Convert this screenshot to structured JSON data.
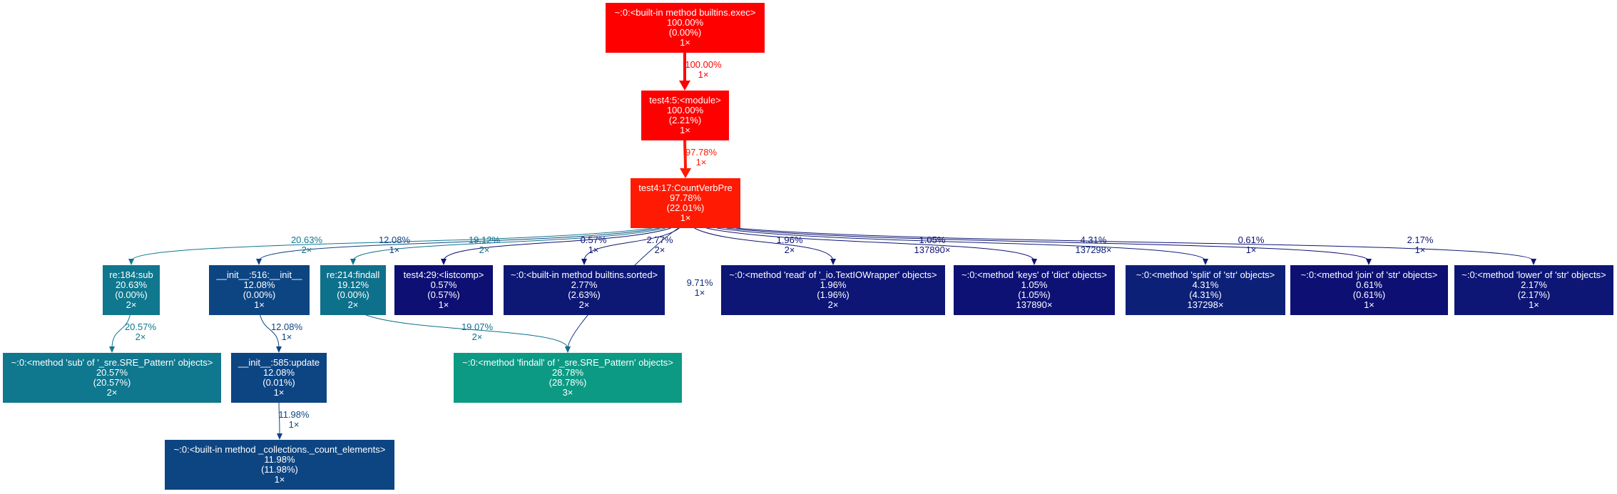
{
  "nodes": [
    {
      "id": "exec",
      "name": "~:0:<built-in method builtins.exec>",
      "total": "100.00%",
      "self": "(0.00%)",
      "calls": "1×",
      "color": "#ff0000"
    },
    {
      "id": "module",
      "name": "test4:5:<module>",
      "total": "100.00%",
      "self": "(2.21%)",
      "calls": "1×",
      "color": "#ff0000"
    },
    {
      "id": "countverb",
      "name": "test4:17:CountVerbPre",
      "total": "97.78%",
      "self": "(22.01%)",
      "calls": "1×",
      "color": "#ff1a03"
    },
    {
      "id": "sub",
      "name": "re:184:sub",
      "total": "20.63%",
      "self": "(0.00%)",
      "calls": "2×",
      "color": "#0f778e"
    },
    {
      "id": "init516",
      "name": "__init__:516:__init__",
      "total": "12.08%",
      "self": "(0.00%)",
      "calls": "1×",
      "color": "#0d4583"
    },
    {
      "id": "findall",
      "name": "re:214:findall",
      "total": "19.12%",
      "self": "(0.00%)",
      "calls": "2×",
      "color": "#0e718c"
    },
    {
      "id": "listcomp",
      "name": "test4:29:<listcomp>",
      "total": "0.57%",
      "self": "(0.57%)",
      "calls": "1×",
      "color": "#0d0f73"
    },
    {
      "id": "sorted",
      "name": "~:0:<built-in method builtins.sorted>",
      "total": "2.77%",
      "self": "(2.63%)",
      "calls": "2×",
      "color": "#0d1875"
    },
    {
      "id": "read",
      "name": "~:0:<method 'read' of '_io.TextIOWrapper' objects>",
      "total": "1.96%",
      "self": "(1.96%)",
      "calls": "2×",
      "color": "#0d1575"
    },
    {
      "id": "keys",
      "name": "~:0:<method 'keys' of 'dict' objects>",
      "total": "1.05%",
      "self": "(1.05%)",
      "calls": "137890×",
      "color": "#0d1174"
    },
    {
      "id": "split",
      "name": "~:0:<method 'split' of 'str' objects>",
      "total": "4.31%",
      "self": "(4.31%)",
      "calls": "137298×",
      "color": "#0d2078"
    },
    {
      "id": "join",
      "name": "~:0:<method 'join' of 'str' objects>",
      "total": "0.61%",
      "self": "(0.61%)",
      "calls": "1×",
      "color": "#0d0f73"
    },
    {
      "id": "lower",
      "name": "~:0:<method 'lower' of 'str' objects>",
      "total": "2.17%",
      "self": "(2.17%)",
      "calls": "1×",
      "color": "#0d1675"
    },
    {
      "id": "subpat",
      "name": "~:0:<method 'sub' of '_sre.SRE_Pattern' objects>",
      "total": "20.57%",
      "self": "(20.57%)",
      "calls": "2×",
      "color": "#0f778e"
    },
    {
      "id": "update",
      "name": "__init__:585:update",
      "total": "12.08%",
      "self": "(0.01%)",
      "calls": "1×",
      "color": "#0d4583"
    },
    {
      "id": "findallpat",
      "name": "~:0:<method 'findall' of '_sre.SRE_Pattern' objects>",
      "total": "28.78%",
      "self": "(28.78%)",
      "calls": "3×",
      "color": "#0c9a84"
    },
    {
      "id": "count",
      "name": "~:0:<built-in method _collections._count_elements>",
      "total": "11.98%",
      "self": "(11.98%)",
      "calls": "1×",
      "color": "#0d4582"
    }
  ],
  "edges": [
    {
      "from": "exec",
      "to": "module",
      "pct": "100.00%",
      "calls": "1×",
      "color": "#ff0000"
    },
    {
      "from": "module",
      "to": "countverb",
      "pct": "97.78%",
      "calls": "1×",
      "color": "#ff1a03"
    },
    {
      "from": "countverb",
      "to": "sub",
      "pct": "20.63%",
      "calls": "2×",
      "color": "#0f778e"
    },
    {
      "from": "countverb",
      "to": "init516",
      "pct": "12.08%",
      "calls": "1×",
      "color": "#0d4583"
    },
    {
      "from": "countverb",
      "to": "findall",
      "pct": "19.12%",
      "calls": "2×",
      "color": "#0e718c"
    },
    {
      "from": "countverb",
      "to": "listcomp",
      "pct": "0.57%",
      "calls": "1×",
      "color": "#0d0f73"
    },
    {
      "from": "countverb",
      "to": "sorted",
      "pct": "2.77%",
      "calls": "2×",
      "color": "#0d1875"
    },
    {
      "from": "countverb",
      "to": "findallpat",
      "pct": "9.71%",
      "calls": "1×",
      "color": "#0d2e7d"
    },
    {
      "from": "countverb",
      "to": "read",
      "pct": "1.96%",
      "calls": "2×",
      "color": "#0d1575"
    },
    {
      "from": "countverb",
      "to": "keys",
      "pct": "1.05%",
      "calls": "137890×",
      "color": "#0d1174"
    },
    {
      "from": "countverb",
      "to": "split",
      "pct": "4.31%",
      "calls": "137298×",
      "color": "#0d2078"
    },
    {
      "from": "countverb",
      "to": "join",
      "pct": "0.61%",
      "calls": "1×",
      "color": "#0d0f73"
    },
    {
      "from": "countverb",
      "to": "lower",
      "pct": "2.17%",
      "calls": "1×",
      "color": "#0d1675"
    },
    {
      "from": "sub",
      "to": "subpat",
      "pct": "20.57%",
      "calls": "2×",
      "color": "#0f778e"
    },
    {
      "from": "init516",
      "to": "update",
      "pct": "12.08%",
      "calls": "1×",
      "color": "#0d4583"
    },
    {
      "from": "findall",
      "to": "findallpat",
      "pct": "19.07%",
      "calls": "2×",
      "color": "#0e708c"
    },
    {
      "from": "update",
      "to": "count",
      "pct": "11.98%",
      "calls": "1×",
      "color": "#0d4582"
    }
  ]
}
